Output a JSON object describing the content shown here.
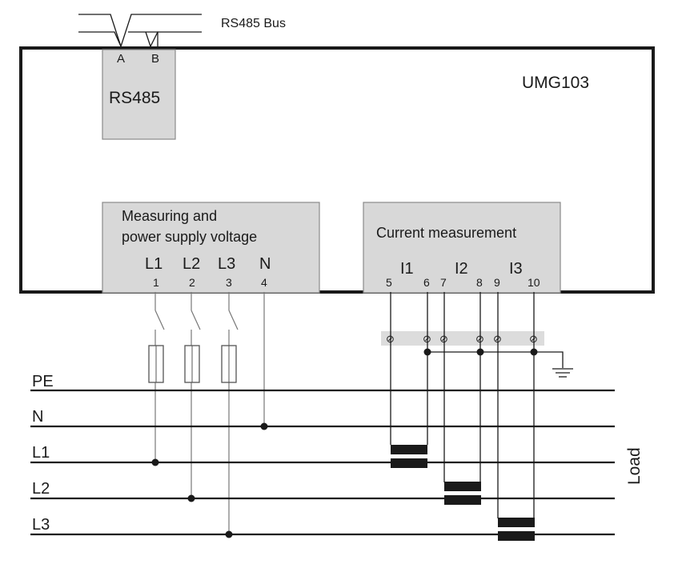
{
  "bus_label": "RS485 Bus",
  "device_name": "UMG103",
  "rs485": {
    "title": "RS485",
    "pin_a": "A",
    "pin_b": "B"
  },
  "voltage_block": {
    "title_line1": "Measuring and",
    "title_line2": "power supply voltage",
    "phases": [
      "L1",
      "L2",
      "L3",
      "N"
    ],
    "pins": [
      "1",
      "2",
      "3",
      "4"
    ]
  },
  "current_block": {
    "title": "Current measurement",
    "phases": [
      "I1",
      "I2",
      "I3"
    ],
    "pins": [
      "5",
      "6",
      "7",
      "8",
      "9",
      "10"
    ]
  },
  "bus_lines": [
    "PE",
    "N",
    "L1",
    "L2",
    "L3"
  ],
  "load_label": "Load",
  "terminal_symbol": "⊘"
}
